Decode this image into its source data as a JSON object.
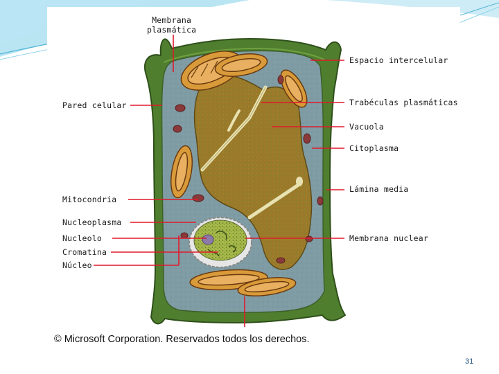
{
  "slide": {
    "page_number": "31"
  },
  "diagram": {
    "labels": {
      "membrana_plasmatica_line1": "Membrana",
      "membrana_plasmatica_line2": "plasmática",
      "espacio_intercelular": "Espacio intercelular",
      "pared_celular": "Pared celular",
      "trabeculas": "Trabéculas plasmáticas",
      "vacuola": "Vacuola",
      "citoplasma": "Citoplasma",
      "lamina_media": "Lámina media",
      "mitocondria": "Mitocondria",
      "nucleoplasma": "Nucleoplasma",
      "nucleolo": "Nucleolo",
      "cromatina": "Cromatina",
      "nucleo": "Núcleo",
      "membrana_nuclear": "Membrana nuclear"
    },
    "copyright": "© Microsoft Corporation. Reservados todos los derechos."
  },
  "colors": {
    "cell_wall": "#4f7f2e",
    "cytoplasm": "#7f9ca4",
    "vacuole": "#9a7a2a",
    "mitochondria": "#d99a3a",
    "leader_line": "#e0192b",
    "slide_accent": "#5bc0de"
  }
}
